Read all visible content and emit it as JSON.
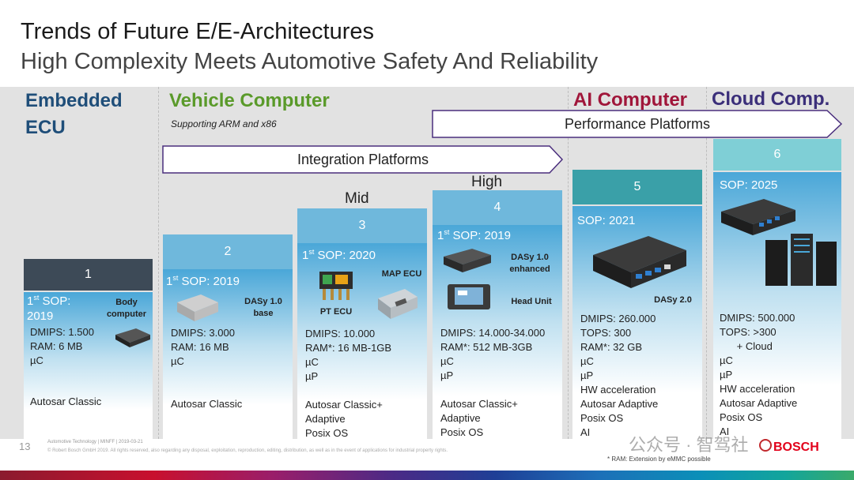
{
  "header": {
    "title": "Trends of Future E/E-Architectures",
    "subtitle": "High Complexity Meets Automotive Safety And Reliability"
  },
  "eras": {
    "embedded": {
      "line1": "Embedded",
      "line2": "ECU",
      "color": "#1f4e79"
    },
    "vehicle": {
      "label": "Vehicle Computer",
      "sub": "Supporting ARM and x86",
      "color": "#5a9a2a"
    },
    "ai": {
      "label": "AI Computer",
      "color": "#a0163a"
    },
    "cloud": {
      "label": "Cloud Comp.",
      "color": "#3b2f7a"
    }
  },
  "arrows": {
    "performance": "Performance Platforms",
    "integration": "Integration Platforms"
  },
  "levels": {
    "mid": "Mid",
    "high": "High"
  },
  "columns": [
    {
      "num": "1",
      "sop_prefix": "1",
      "sop_sup": "st",
      "sop_text": " SOP:",
      "sop_year": "2019",
      "device": "Body\ncomputer",
      "specs": [
        "DMIPS: 1.500",
        "RAM: 6 MB",
        "µC"
      ],
      "sw": [
        "Autosar Classic"
      ]
    },
    {
      "num": "2",
      "sop_prefix": "1",
      "sop_sup": "st",
      "sop_text": " SOP: 2019",
      "device": "DASy 1.0\nbase",
      "specs": [
        "DMIPS: 3.000",
        "RAM: 16 MB",
        "µC"
      ],
      "sw": [
        "Autosar Classic"
      ]
    },
    {
      "num": "3",
      "sop_prefix": "1",
      "sop_sup": "st",
      "sop_text": " SOP: 2020",
      "device_a": "MAP ECU",
      "device_b": "PT ECU",
      "specs": [
        "DMIPS: 10.000",
        "RAM*: 16 MB-1GB",
        "µC",
        "µP"
      ],
      "sw": [
        "Autosar Classic+",
        "Adaptive",
        "Posix OS"
      ]
    },
    {
      "num": "4",
      "sop_prefix": "1",
      "sop_sup": "st",
      "sop_text": " SOP: 2019",
      "device_a": "DASy 1.0\nenhanced",
      "device_b": "Head Unit",
      "specs": [
        "DMIPS: 14.000-34.000",
        "RAM*: 512 MB-3GB",
        "µC",
        "µP"
      ],
      "sw": [
        "Autosar Classic+",
        "Adaptive",
        "Posix OS"
      ]
    },
    {
      "num": "5",
      "sop_text": "SOP: 2021",
      "device": "DASy 2.0",
      "specs": [
        "DMIPS: 260.000",
        "TOPS: 300",
        "RAM*: 32 GB",
        "µC",
        "µP",
        "HW acceleration",
        "Autosar Adaptive",
        "Posix OS",
        "AI"
      ]
    },
    {
      "num": "6",
      "sop_text": "SOP: 2025",
      "specs": [
        "DMIPS: 500.000",
        "TOPS: >300",
        "      + Cloud",
        "µC",
        "µP",
        "HW acceleration",
        "Autosar Adaptive",
        "Posix OS",
        "AI"
      ]
    }
  ],
  "footer": {
    "page": "13",
    "line1": "Automotive Technology | MINFF | 2019-03-21",
    "line2": "© Robert Bosch GmbH 2019. All rights reserved, also regarding any disposal, exploitation, reproduction, editing, distribution, as well as in the event of applications for industrial property rights.",
    "footnote": "* RAM: Extension by eMMC possible",
    "watermark": "公众号 · 智驾社",
    "brand": "BOSCH"
  },
  "colors": {
    "col1_head": "#3d4a57",
    "col_head": "#4ba3b9",
    "col_head_dark": "#3aa0a8",
    "body_top": "#4aa7d8",
    "body_bottom": "#ffffff",
    "arrow_stroke": "#4a2e7d"
  }
}
